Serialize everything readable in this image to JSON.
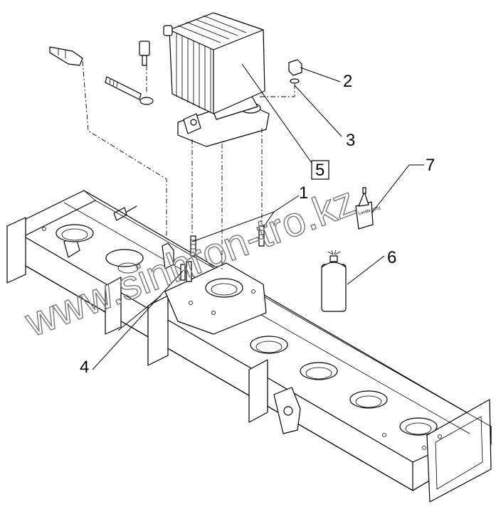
{
  "callouts": {
    "c1": "1",
    "c2": "2",
    "c3": "3",
    "c4": "4",
    "c5": "5",
    "c6": "6",
    "c7": "7"
  },
  "bottle_label": "Loctite 2701",
  "watermark": "www.sinhron-tro.kz"
}
